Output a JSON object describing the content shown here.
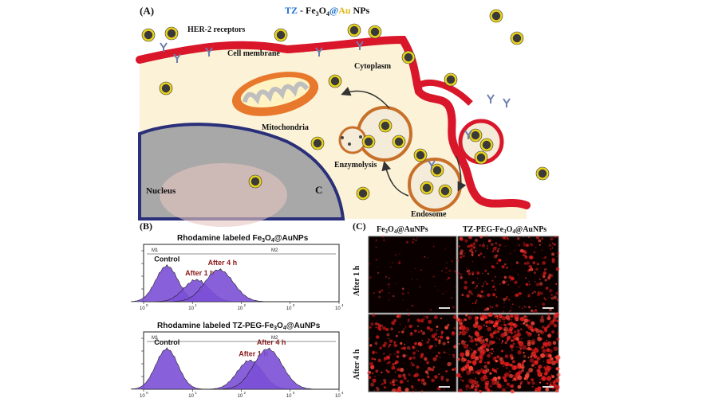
{
  "panel_a": {
    "label": "(A)",
    "title_tz": "TZ",
    "title_dash": " - ",
    "title_fe": "Fe",
    "title_fe_sub": "3",
    "title_o": "O",
    "title_o_sub": "4",
    "title_at": "@",
    "title_au": "Au",
    "title_np": " NPs",
    "her2": "HER-2 receptors",
    "cell_membrane": "Cell membrane",
    "cytoplasm": "Cytoplasm",
    "mitochondria": "Mitochondria",
    "enzymolysis": "Enzymolysis",
    "endosome": "Endosome",
    "nucleus": "Nucleus",
    "c_label": "C",
    "colors": {
      "membrane": "#d9162a",
      "cytoplasm": "#fbf2d7",
      "nucleus": "#a9a9a9",
      "nucleus_edge": "#2a2f7a",
      "np_ring": "#e8d21e",
      "np_core": "#3a3a3a",
      "mito": "#e8782b"
    }
  },
  "panel_b": {
    "label": "(B)",
    "plot1_title_pre": "Rhodamine labeled Fe",
    "plot1_title_post": "@AuNPs",
    "plot2_title_pre": "Rhodamine labeled TZ-PEG-Fe",
    "plot2_title_post": "@AuNPs",
    "sub3": "3",
    "sub4": "4",
    "o": "O",
    "control": "Control",
    "after1": "After 1 h",
    "after4": "After 4 h",
    "m1": "M1",
    "m2": "M2",
    "ticks": [
      "10",
      "10",
      "10",
      "10",
      "10"
    ],
    "tick_exp": [
      "0",
      "1",
      "2",
      "3",
      "4"
    ],
    "fill_color": "#7b4fd6"
  },
  "panel_c": {
    "label": "(C)",
    "col1_pre": "Fe",
    "col1_post": "@AuNPs",
    "col2_pre": "TZ-PEG-Fe",
    "col2_post": "@AuNPs",
    "row1": "After 1 h",
    "row2": "After 4 h",
    "sub3": "3",
    "sub4": "4",
    "o": "O"
  },
  "chart_data": [
    {
      "type": "area",
      "title": "Rhodamine labeled Fe3O4@AuNPs",
      "x_scale": "log",
      "xlim": [
        1,
        10000
      ],
      "series": [
        {
          "name": "Control",
          "peak_x": 3,
          "peak_height": 0.8
        },
        {
          "name": "After 1 h",
          "peak_x": 12,
          "peak_height": 0.5
        },
        {
          "name": "After 4 h",
          "peak_x": 35,
          "peak_height": 0.72
        }
      ],
      "markers": [
        "M1",
        "M2"
      ]
    },
    {
      "type": "area",
      "title": "Rhodamine labeled TZ-PEG-Fe3O4@AuNPs",
      "x_scale": "log",
      "xlim": [
        1,
        10000
      ],
      "series": [
        {
          "name": "Control",
          "peak_x": 3,
          "peak_height": 0.9
        },
        {
          "name": "After 1 h",
          "peak_x": 150,
          "peak_height": 0.65
        },
        {
          "name": "After 4 h",
          "peak_x": 350,
          "peak_height": 0.9
        }
      ],
      "markers": [
        "M1",
        "M2"
      ]
    }
  ]
}
